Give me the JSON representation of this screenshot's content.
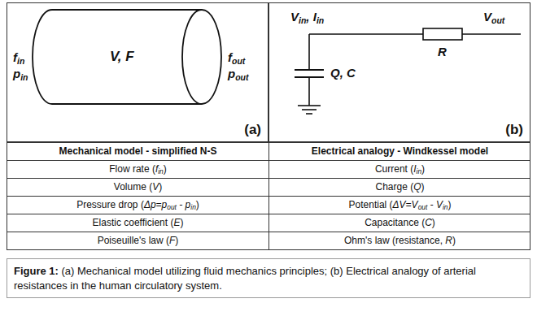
{
  "diagram": {
    "caption": "Figure 1: (a) Mechanical model utilizing fluid mechanics principles; (b) Electrical analogy of arterial resistances in the human circulatory system.",
    "nodes": [
      {
        "text": [
          "(a)"
        ]
      },
      {
        "text": [
          "V, F"
        ],
        "in": 0
      },
      {
        "text": [
          "(b)"
        ]
      }
    ],
    "labels": [
      "fin",
      "pin",
      "fout",
      "pout",
      "Vin, Iin",
      "R",
      "Vout",
      "Q, C",
      "Mechanical model - simplified N-S",
      "Electrical analogy - Windkessel model",
      "Flow rate (fin)",
      "Current (Iin)",
      "Volume (V)",
      "Charge (Q)",
      "Pressure drop (Δp=pout - pin)",
      "Potential (ΔV=Vout - Vin)",
      "Elastic coefficient (E)",
      "Capacitance (C)",
      "Poiseuille's law (F)",
      "Ohm's law (resistance, R)"
    ]
  }
}
